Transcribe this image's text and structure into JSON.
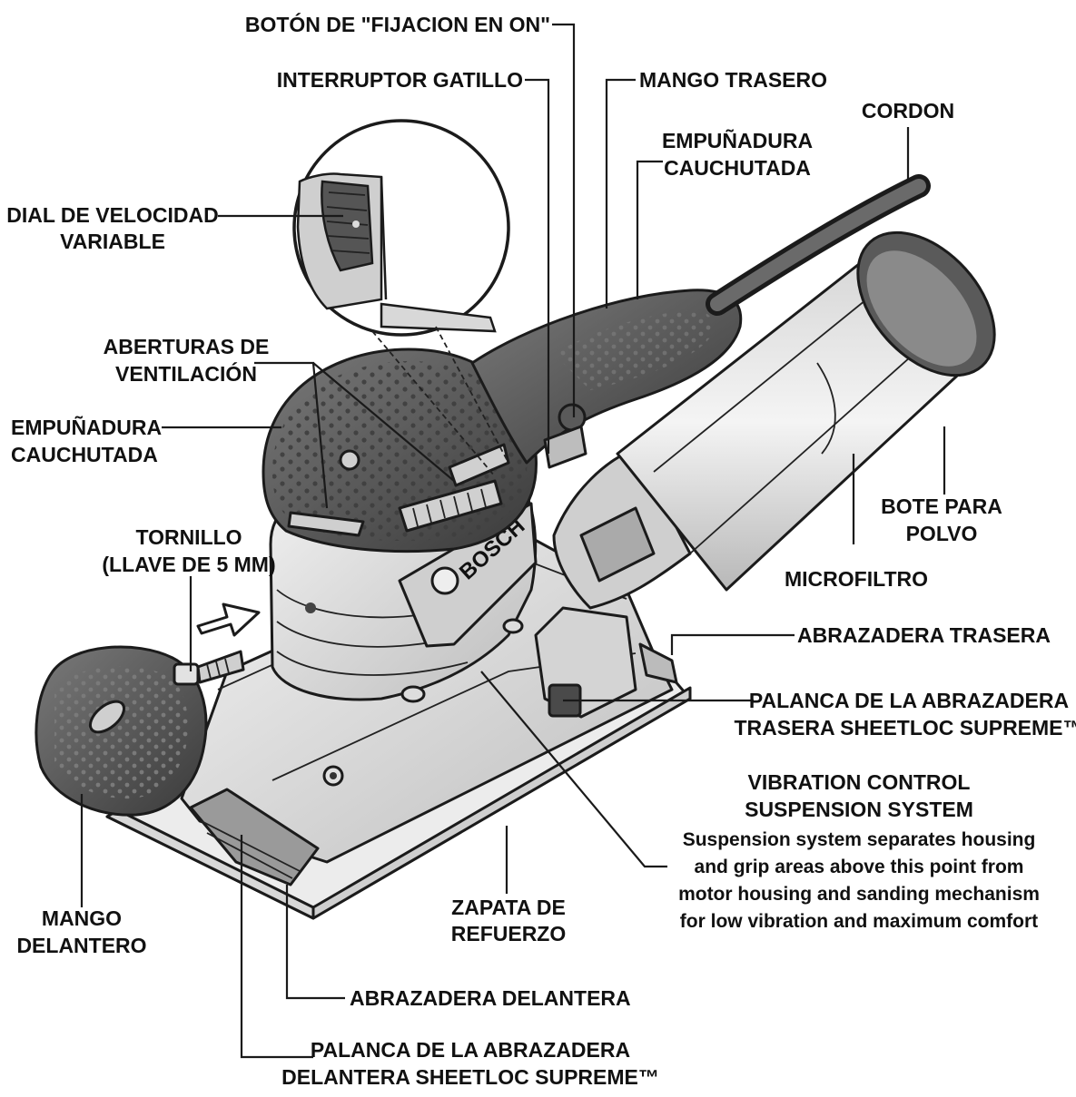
{
  "brand": "BOSCH",
  "labels": {
    "boton_fijacion": "BOTÓN DE \"FIJACION EN ON\"",
    "interruptor": "INTERRUPTOR GATILLO",
    "mango_trasero": "MANGO TRASERO",
    "cordon": "CORDON",
    "empunadura_top_1": "EMPUÑADURA",
    "empunadura_top_2": "CAUCHUTADA",
    "dial_1": "DIAL DE VELOCIDAD",
    "dial_2": "VARIABLE",
    "aberturas_1": "ABERTURAS DE",
    "aberturas_2": "VENTILACIÓN",
    "empunadura_left_1": "EMPUÑADURA",
    "empunadura_left_2": "CAUCHUTADA",
    "tornillo_1": "TORNILLO",
    "tornillo_2": "(LLAVE DE 5 MM)",
    "bote_1": "BOTE PARA",
    "bote_2": "POLVO",
    "microfiltro": "MICROFILTRO",
    "abrazadera_trasera": "ABRAZADERA TRASERA",
    "palanca_trasera_1": "PALANCA DE LA ABRAZADERA",
    "palanca_trasera_2": "TRASERA SHEETLOC SUPREME™",
    "vibration_1": "VIBRATION CONTROL",
    "vibration_2": "SUSPENSION SYSTEM",
    "vibration_desc_1": "Suspension system separates housing",
    "vibration_desc_2": "and grip areas above this point from",
    "vibration_desc_3": "motor housing and sanding mechanism",
    "vibration_desc_4": "for low vibration and maximum comfort",
    "mango_delantero_1": "MANGO",
    "mango_delantero_2": "DELANTERO",
    "zapata_1": "ZAPATA DE",
    "zapata_2": "REFUERZO",
    "abrazadera_delantera": "ABRAZADERA DELANTERA",
    "palanca_delantera_1": "PALANCA DE LA ABRAZADERA",
    "palanca_delantera_2": "DELANTERA SHEETLOC SUPREME™"
  }
}
